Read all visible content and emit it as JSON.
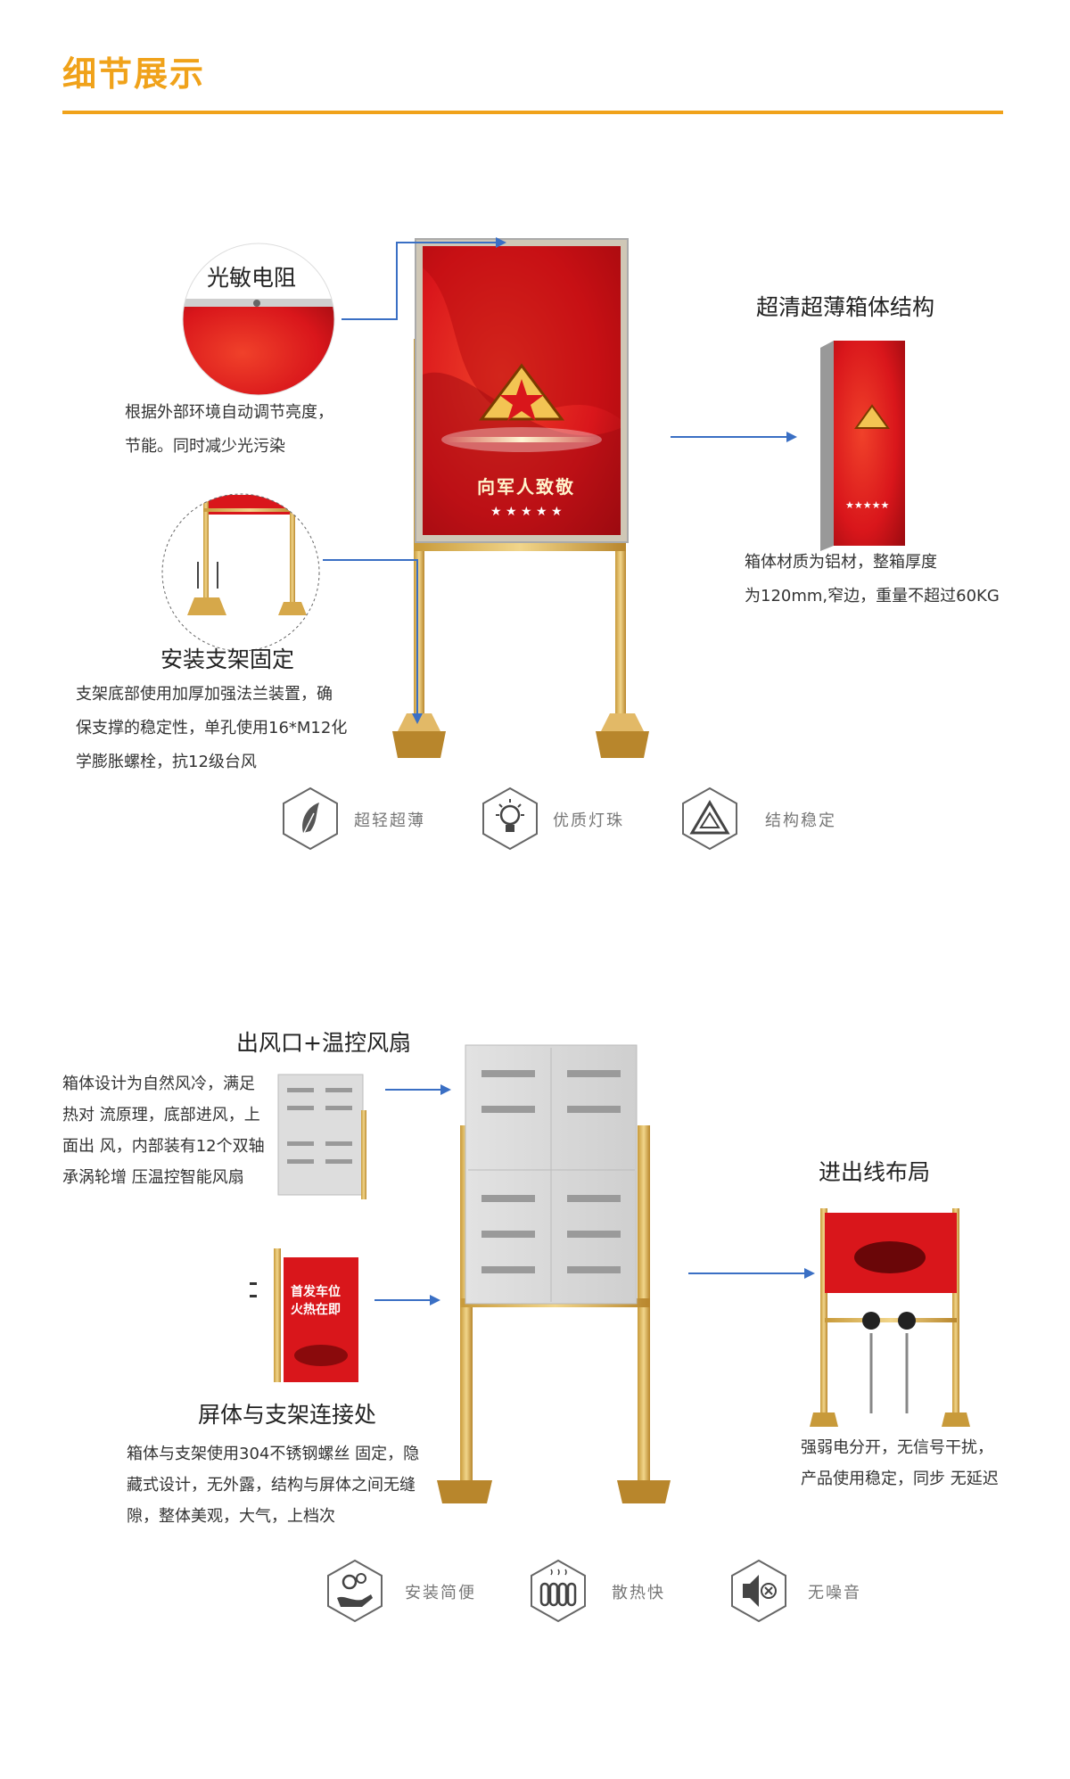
{
  "header": {
    "title": "细节展示"
  },
  "section1": {
    "sensor": {
      "label": "光敏电阻",
      "desc_line1": "根据外部环境自动调节亮度，",
      "desc_line2": "节能。同时减少光污染"
    },
    "mount": {
      "label": "安装支架固定",
      "desc_line1": "支架底部使用加厚加强法兰装置，确",
      "desc_line2": "保支撑的稳定性，单孔使用16*M12化",
      "desc_line3": "学膨胀螺栓，抗12级台风"
    },
    "structure": {
      "label": "超清超薄箱体结构",
      "desc_line1": "箱体材质为铝材，整箱厚度",
      "desc_line2": "为120mm,窄边，重量不超过60KG"
    },
    "poster_text": "向军人致敬",
    "badges": [
      {
        "icon": "feather-icon",
        "label": "超轻超薄"
      },
      {
        "icon": "bulb-icon",
        "label": "优质灯珠"
      },
      {
        "icon": "triangle-icon",
        "label": "结构稳定"
      }
    ]
  },
  "section2": {
    "fan": {
      "label": "出风口+温控风扇",
      "desc_line1": "箱体设计为自然风冷，满足",
      "desc_line2": "热对 流原理，底部进风，上",
      "desc_line3": "面出 风，内部装有12个双轴",
      "desc_line4": "承涡轮增 压温控智能风扇"
    },
    "joint": {
      "label": "屏体与支架连接处",
      "desc_line1": "箱体与支架使用304不锈钢螺丝 固定，隐",
      "desc_line2": "藏式设计，无外露，结构与屏体之间无缝",
      "desc_line3": "隙，整体美观，大气，上档次",
      "poster_line1": "首发车位",
      "poster_line2": "火热在即"
    },
    "wiring": {
      "label": "进出线布局",
      "desc_line1": "强弱电分开，无信号干扰，",
      "desc_line2": "产品使用稳定，同步 无延迟"
    },
    "badges": [
      {
        "icon": "gear-hand-icon",
        "label": "安装简便"
      },
      {
        "icon": "heatsink-icon",
        "label": "散热快"
      },
      {
        "icon": "mute-speaker-icon",
        "label": "无噪音"
      }
    ]
  },
  "colors": {
    "accent": "#f0a21a",
    "arrow": "#3a6fc4",
    "poster_red": "#d9161b",
    "gold": "#d8b25a"
  }
}
